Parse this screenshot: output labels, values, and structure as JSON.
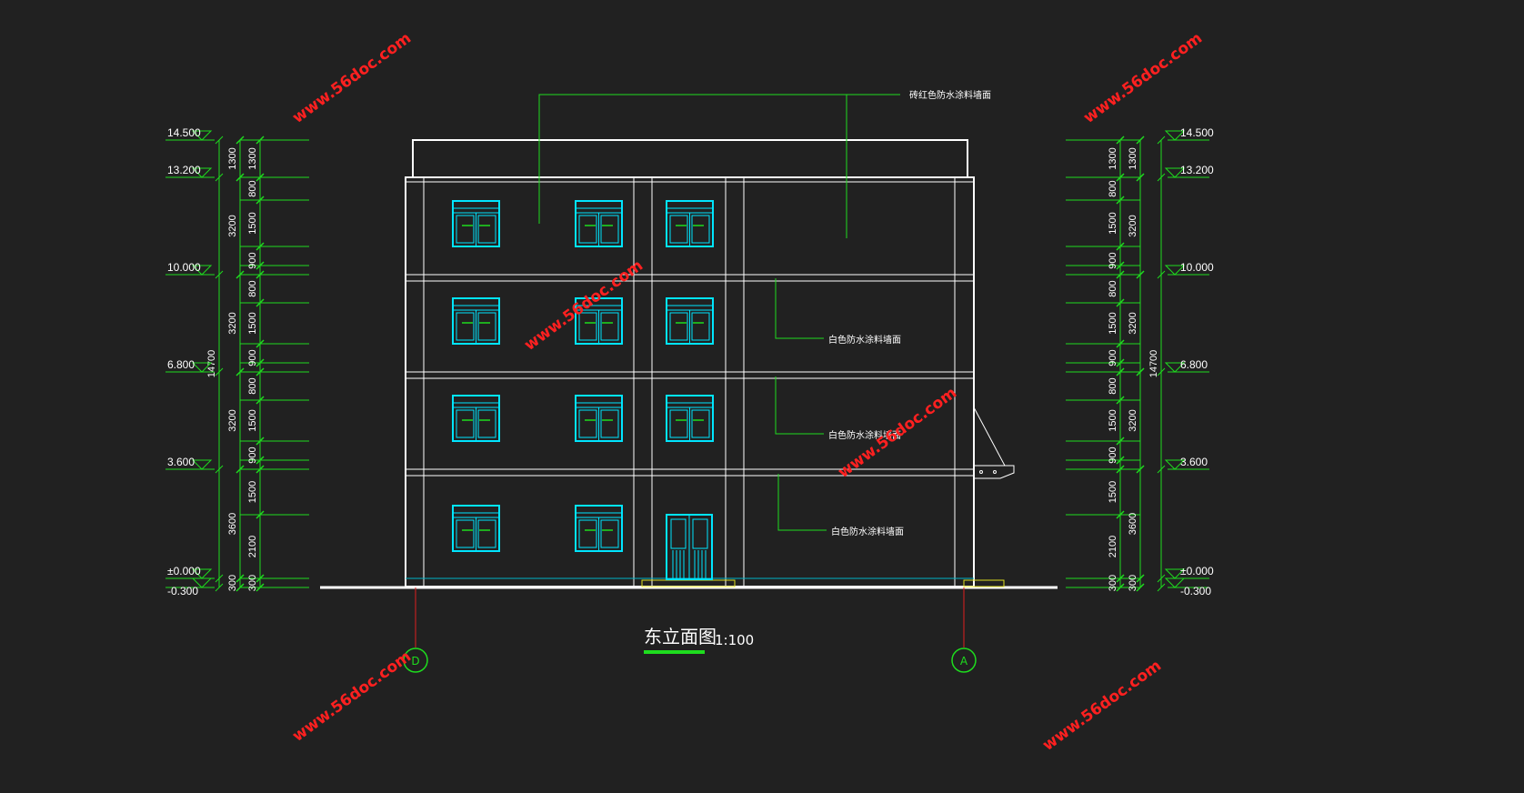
{
  "title": {
    "main": "东立面图",
    "scale": "1:100"
  },
  "annotations": {
    "roof_wall": "砖红色防水涂料墙面",
    "wall_3f": "白色防水涂料墙面",
    "wall_2f": "白色防水涂料墙面",
    "wall_1f": "白色防水涂料墙面"
  },
  "axis_labels": {
    "left": "D",
    "right": "A"
  },
  "elevations": {
    "left": [
      "14.500",
      "13.200",
      "10.000",
      "6.800",
      "3.600",
      "±0.000",
      "-0.300"
    ],
    "right": [
      "14.500",
      "13.200",
      "10.000",
      "6.800",
      "3.600",
      "±0.000",
      "-0.300"
    ]
  },
  "dimensions": {
    "total": "14700",
    "floors": [
      "300",
      "3600",
      "3200",
      "3200",
      "3200",
      "1300"
    ],
    "detail": [
      "300",
      "2100",
      "1500",
      "900",
      "1500",
      "800",
      "900",
      "1500",
      "800",
      "900",
      "1500",
      "800",
      "1300"
    ]
  },
  "watermark": "www.56doc.com",
  "colors": {
    "background": "#212121",
    "wall_lines": "#ffffff",
    "windows": "#00e5ff",
    "dimensions": "#1edc1e",
    "axis": "#e02020",
    "ground_yellow": "#e0e020",
    "watermark": "#ff2020"
  }
}
